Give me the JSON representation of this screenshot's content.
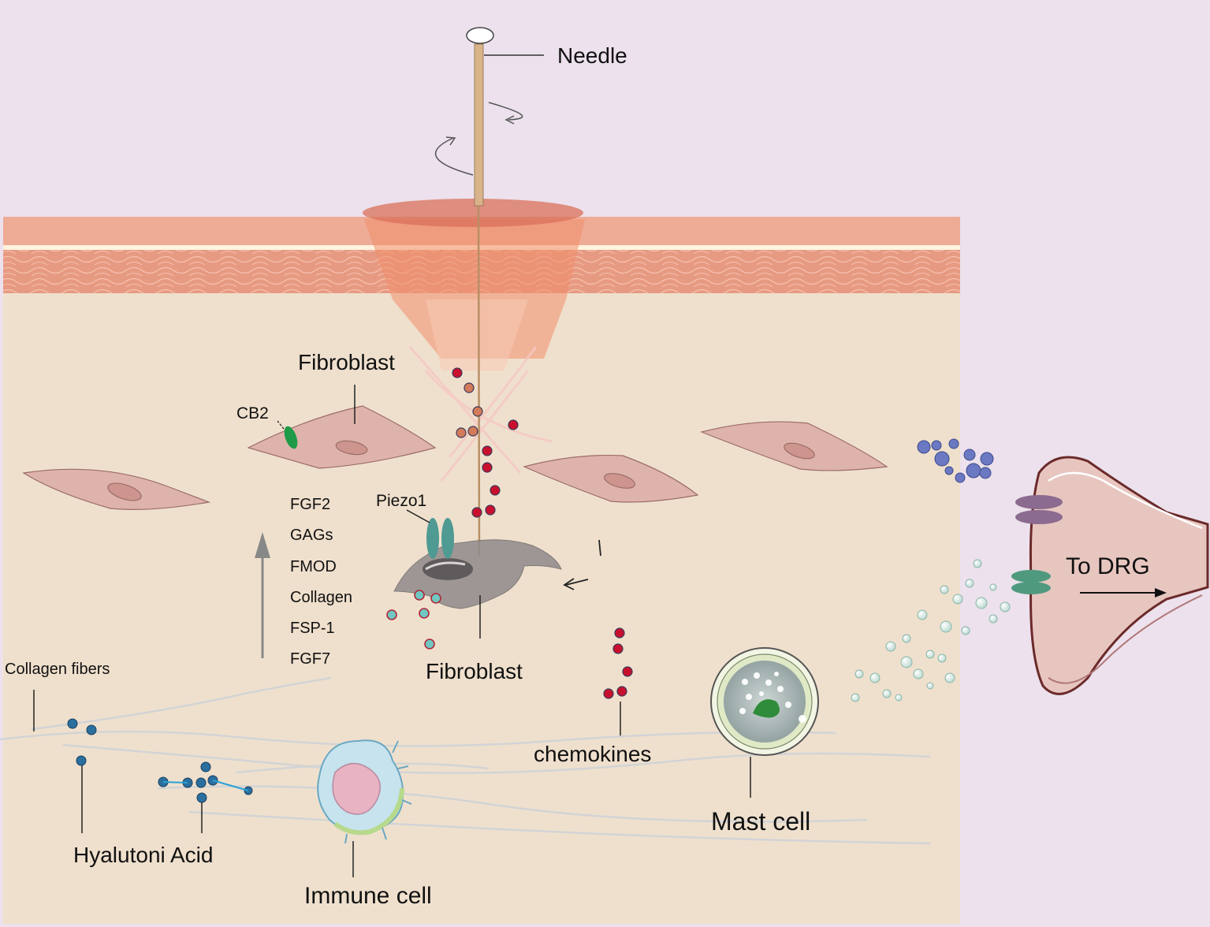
{
  "labels": {
    "needle": "Needle",
    "fibroblast_top": "Fibroblast",
    "cb2": "CB2",
    "piezo1": "Piezo1",
    "fibroblast_center": "Fibroblast",
    "collagen_fibers": "Collagen fibers",
    "hyaluronic_acid": "Hyalutoni Acid",
    "immune_cell": "Immune cell",
    "chemokines": "chemokines",
    "mast_cell": "Mast cell",
    "to_drg": "To DRG"
  },
  "upregulated_factors": [
    "FGF2",
    "GAGs",
    "FMOD",
    "Collagen",
    "FSP-1",
    "FGF7"
  ],
  "colors": {
    "background": "#ece1ec",
    "dermis": "#efe0cd",
    "epidermis": "#eeab95",
    "cell_layer": "#e79a82",
    "needle": "#d9b48a",
    "fibroblast": "#deb3ab",
    "piezo": "#4f9a93",
    "cb2": "#1f9a47",
    "chemokine": "#c8102e",
    "hyaluronic": "#2a6f9e",
    "neuron": "#e8c6c0"
  }
}
